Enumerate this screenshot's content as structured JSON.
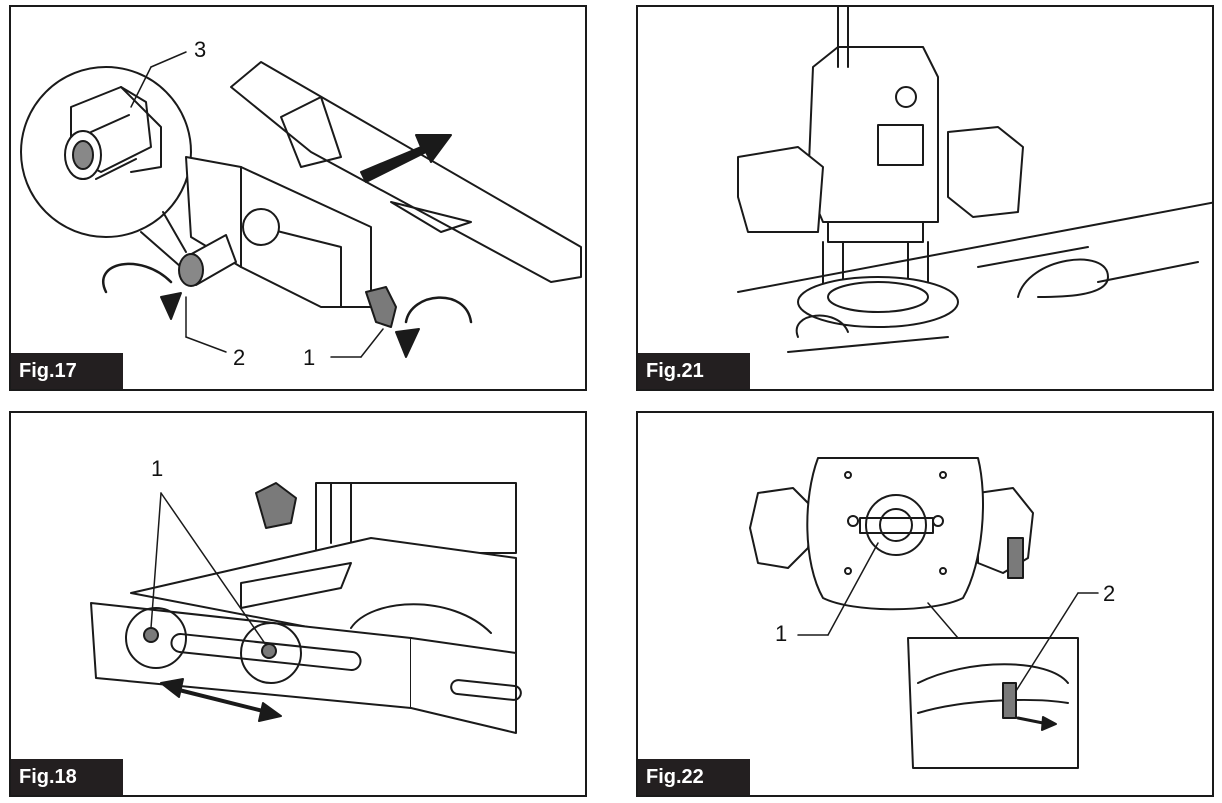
{
  "figures": {
    "fig17": {
      "label": "Fig.17",
      "callouts": [
        "1",
        "2",
        "3"
      ]
    },
    "fig21": {
      "label": "Fig.21"
    },
    "fig18": {
      "label": "Fig.18",
      "callouts": [
        "1"
      ]
    },
    "fig22": {
      "label": "Fig.22",
      "callouts": [
        "1",
        "2"
      ]
    }
  },
  "colors": {
    "ink": "#1a1a1a",
    "label_bg": "#231f20",
    "shade": "#7a7a7a"
  }
}
